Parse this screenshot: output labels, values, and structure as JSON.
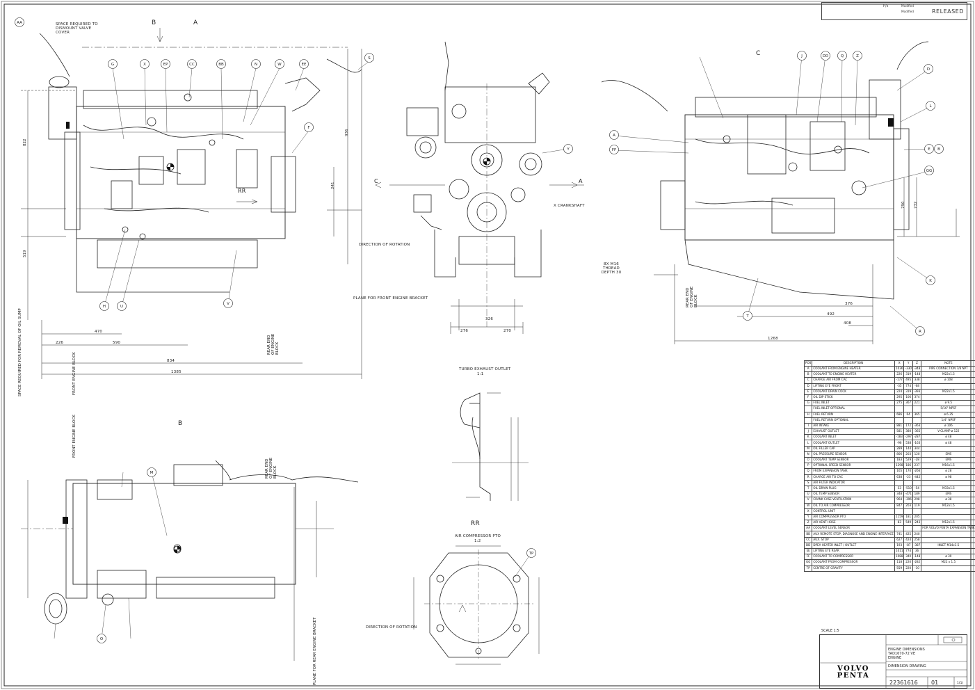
{
  "title_block": {
    "logo_line1": "VOLVO",
    "logo_line2": "PENTA",
    "drawing_title_line1": "ENGINE DIMENSIONS",
    "drawing_title_line2": "TAD1670-72 VE",
    "drawing_title_line3": "ENGINE",
    "drawing_type": "DIMENSION DRAWING",
    "drawing_number": "22361616",
    "sheet_version": "01",
    "sheet": "1(1)",
    "scale": "SCALE 1:5"
  },
  "revision_block": {
    "status": "RELEASED",
    "pr_label": "P/s",
    "mod1": "Modified",
    "mod2": "Modified"
  },
  "views": {
    "section_b": "B",
    "section_a": "A",
    "section_c": "C",
    "section_c_arrow": "C",
    "section_a_arrow": "A",
    "rr": "RR",
    "rr_large": "RR",
    "section_b_lower": "B",
    "space_required": "SPACE REQUIRED TO DISMOUNT VALVE COVER",
    "space_required_filter": "SPACE REQUIRED FOR REMOVAL OF OIL SUMP",
    "direction_rotation": "DIRECTION OF ROTATION",
    "direction_rotation_2": "DIRECTION OF ROTATION",
    "plane_front_bracket": "PLANE FOR FRONT ENGINE BRACKET",
    "plane_rear_bracket": "PLANE FOR REAR ENGINE BRACKET",
    "crankshaft": "X CRANKSHAFT",
    "thread": "8X M16 THREAD DEPTH 30",
    "turbo_outlet": "TURBO EXHAUST OUTLET",
    "turbo_scale": "1:1",
    "air_comp": "AIR COMPRESSOR PTO",
    "air_comp_scale": "1:2",
    "front_block": "FRONT ENGINE BLOCK",
    "rear_block": "REAR END OF ENGINE BLOCK",
    "front_block_2": "FRONT ENGINE BLOCK",
    "rear_block_2": "REAR END OF ENGINE BLOCK",
    "rear_block_3": "REAR END OF ENGINE BLOCK"
  },
  "dimensions": {
    "d1385": "1385",
    "d1268": "1268",
    "d834": "834",
    "d590": "590",
    "d470": "470",
    "d226": "226",
    "d408": "408",
    "d376": "376",
    "d492": "492",
    "d326": "326",
    "d276": "276",
    "d270": "270",
    "d936": "936",
    "d822": "822",
    "d519": "519",
    "d241": "241",
    "d790": "790",
    "d732": "732"
  },
  "callouts": [
    "AA",
    "G",
    "X",
    "EP",
    "CC",
    "BB",
    "N",
    "W",
    "EE",
    "S",
    "F",
    "H",
    "U",
    "V",
    "D",
    "L",
    "J",
    "DD",
    "Q",
    "Z",
    "A",
    "FF",
    "E",
    "B",
    "GG",
    "K",
    "R",
    "T",
    "Y",
    "TP",
    "M",
    "O"
  ],
  "parts_table": {
    "headers": [
      "POS",
      "DESCRIPTION",
      "X",
      "Y",
      "Z",
      "NOTE"
    ],
    "rows": [
      [
        "A",
        "COOLANT FROM ENGINE HEATER",
        "1036",
        "-330",
        "-348",
        "PIPE CONNECTION 7/8 NPT"
      ],
      [
        "B",
        "COOLANT TO ENGINE HEATER",
        "226",
        "319",
        "-148",
        "M22x1.5"
      ],
      [
        "C",
        "CHARGE AIR FROM CAC",
        "-177",
        "495",
        "338",
        "ø 108"
      ],
      [
        "D",
        "LIFTING EYE FRONT",
        "-35",
        "774",
        "-68",
        ""
      ],
      [
        "E",
        "COOLANT DRAIN COCK",
        "224",
        "319",
        "-393",
        "M22x1.5"
      ],
      [
        "F",
        "OIL DIP STICK",
        "295",
        "106",
        "374",
        ""
      ],
      [
        "G",
        "FUEL INLET",
        "275",
        "367",
        "221",
        "ø 9.5"
      ],
      [
        "",
        "FUEL INLET OPTIONAL",
        "",
        "",
        "",
        "5/16\" NPSF"
      ],
      [
        "H",
        "FUEL RETURN",
        "686",
        "64",
        "365",
        "ø 6.35"
      ],
      [
        "",
        "FUEL RETURN OPTIONAL",
        "",
        "",
        "",
        "1/4\" NPSF"
      ],
      [
        "I",
        "AIR INTAKE",
        "881",
        "172",
        "-363",
        "ø 106"
      ],
      [
        "J",
        "EXHAUST OUTLET",
        "581",
        "380",
        "-365",
        "V-CLAMP ø 122"
      ],
      [
        "K",
        "COOLANT INLET",
        "-183",
        "-297",
        "-287",
        "ø 48"
      ],
      [
        "L",
        "COOLANT OUTLET",
        "-96",
        "538",
        "-163",
        "ø 48"
      ],
      [
        "M",
        "OIL FILLER CAP",
        "289",
        "144",
        "344",
        ""
      ],
      [
        "N",
        "OIL PRESSURE SENSOR",
        "806",
        "203",
        "120",
        "EMS"
      ],
      [
        "O",
        "COOLANT TEMP SENSOR",
        "183",
        "529",
        "-28",
        "EMS"
      ],
      [
        "P",
        "OPTIONAL SPEED SENSOR",
        "1298",
        "186",
        "237",
        "M16x1.5"
      ],
      [
        "Q",
        "FROM EXPANSION TANK",
        "165",
        "170",
        "-266",
        "ø 28"
      ],
      [
        "R",
        "CHARGE AIR TO CAC",
        "638",
        "-23",
        "-442",
        "ø 98"
      ],
      [
        "S",
        "AIR FILTER INDICATOR",
        "",
        "",
        "",
        ""
      ],
      [
        "T",
        "OIL DRAIN PLUG",
        "53",
        "-510",
        "-54",
        "M33x1.5"
      ],
      [
        "U",
        "OIL TEMP SENSOR",
        "348",
        "-471",
        "189",
        "EMS"
      ],
      [
        "V",
        "CRANK CASE VENTILATION",
        "964",
        "-396",
        "298",
        "ø 38"
      ],
      [
        "W",
        "OIL TO AIR COMPRESSOR",
        "847",
        "203",
        "119",
        "M12x1.5"
      ],
      [
        "X",
        "CONTROL UNIT",
        "",
        "",
        "",
        ""
      ],
      [
        "Y",
        "AIR COMPRESSOR PTO",
        "1159",
        "181",
        "205",
        ""
      ],
      [
        "Z",
        "AIR VENT HOSE",
        "83",
        "549",
        "-243",
        "M12x1.5"
      ],
      [
        "AA",
        "COOLANT LEVEL SENSOR",
        "",
        "",
        "",
        "FOR VOLVO PENTA EXPANSION TANK"
      ],
      [
        "BB",
        "AUX REMOTE STOP, DIAGNOSE AND ENGINE INTERFACE",
        "741",
        "425",
        "240",
        ""
      ],
      [
        "CC",
        "AUX. STOP",
        "627",
        "424",
        "258",
        ""
      ],
      [
        "DD",
        "DPEA HEATER INLET / OUTLET",
        "193",
        "-87",
        "-387",
        "INLET M14x1.5"
      ],
      [
        "EE",
        "LIFTING EYE REAR",
        "1011",
        "774",
        "36",
        ""
      ],
      [
        "FF",
        "COOLANT TO COMPRESSOR",
        "1088",
        "340",
        "-148",
        "ø 30"
      ],
      [
        "GG",
        "COOLANT FROM COMPRESSOR",
        "118",
        "220",
        "-282",
        "M22 x 1.5"
      ],
      [
        "TP",
        "CENTRE OF GRAVITY",
        "559",
        "220",
        "-10",
        ""
      ]
    ]
  }
}
